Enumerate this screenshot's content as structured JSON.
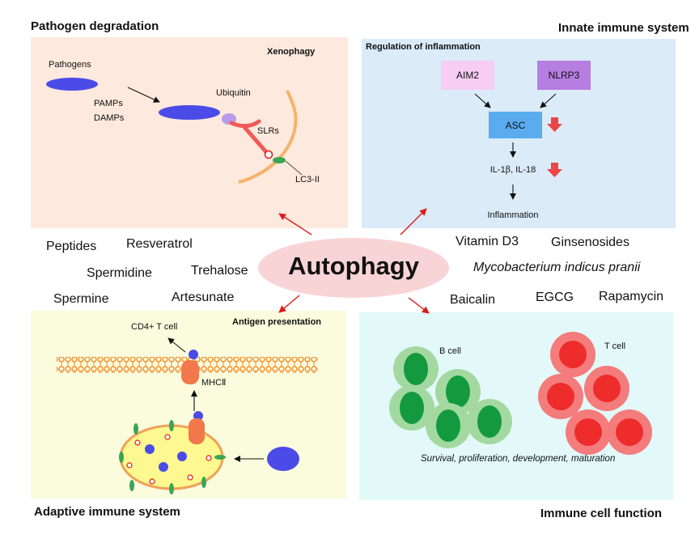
{
  "headings": {
    "pathogen_degradation": "Pathogen degradation",
    "innate_immune_system": "Innate immune system",
    "adaptive_immune_system": "Adaptive immune system",
    "immune_cell_function": "Immune cell function"
  },
  "center": {
    "label": "Autophagy"
  },
  "xenophagy": {
    "title": "Xenophagy",
    "pathogens": "Pathogens",
    "pamps": "PAMPs",
    "damps": "DAMPs",
    "ubiquitin": "Ubiquitin",
    "slrs": "SLRs",
    "lc3": "LC3-II"
  },
  "inflammation": {
    "title": "Regulation of inflammation",
    "aim2": "AIM2",
    "nlrp3": "NLRP3",
    "asc": "ASC",
    "il_prefix": "IL-1",
    "il_beta": "β",
    "il_suffix": ", IL-18",
    "result": "Inflammation"
  },
  "antigen": {
    "title": "Antigen presentation",
    "cd4": "CD4+ T cell",
    "mhc": "MHCⅡ"
  },
  "immune_cells": {
    "b_cell": "B cell",
    "t_cell": "T cell",
    "caption": "Survival, proliferation, development, maturation"
  },
  "compounds": {
    "peptides": "Peptides",
    "resveratrol": "Resveratrol",
    "spermidine": "Spermidine",
    "trehalose": "Trehalose",
    "spermine": "Spermine",
    "artesunate": "Artesunate",
    "vitamin_d3": "Vitamin D3",
    "ginsenosides": "Ginsenosides",
    "mycobacterium": "Mycobacterium indicus pranii",
    "baicalin": "Baicalin",
    "egcg": "EGCG",
    "rapamycin": "Rapamycin"
  },
  "colors": {
    "pathogen_bg": "#fde9dd",
    "inflammation_bg": "#dcebf8",
    "antigen_bg": "#fbfbdd",
    "immune_bg": "#e3f9f9",
    "center_ellipse": "#f9d4d6",
    "pathogen_blue": "#4b4be8",
    "membrane_orange": "#f6b26b",
    "aim2": "#f7ccf5",
    "nlrp3": "#b67ee0",
    "asc": "#5aacee",
    "down_arrow": "#ee4444",
    "b_cell_outer": "#a3d9a0",
    "b_cell_inner": "#139a3e",
    "t_cell_outer": "#f47c7c",
    "t_cell_inner": "#ee2c2c"
  }
}
